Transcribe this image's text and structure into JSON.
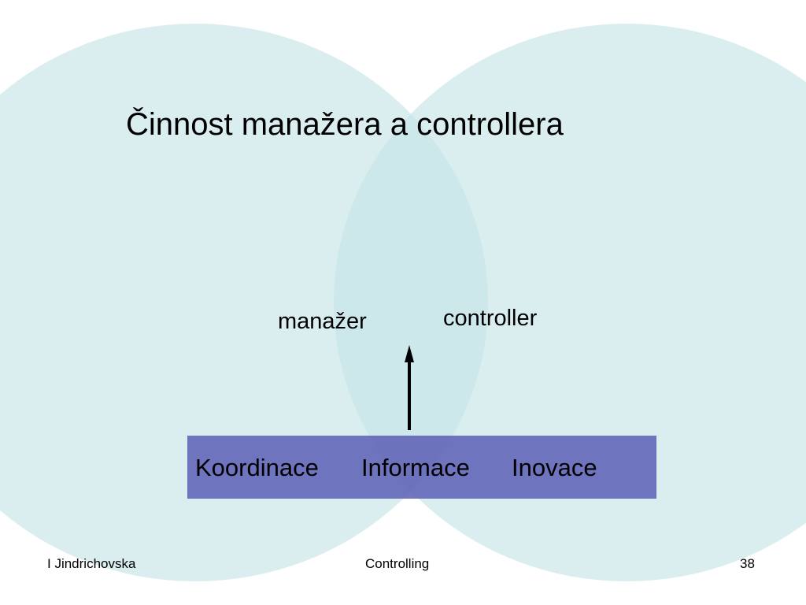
{
  "slide": {
    "title": "Činnost manažera a controllera",
    "roles": {
      "manager": "manažer",
      "controller": "controller"
    },
    "band_items": [
      "Koordinace",
      "Informace",
      "Inovace"
    ],
    "colors": {
      "circle_fill": "#dbeff0",
      "band_fill": "#6b70b8",
      "arrow": "#000000"
    },
    "arrow_direction": "up"
  },
  "footer": {
    "author": "I Jindrichovska",
    "topic": "Controlling",
    "page_number": "38"
  }
}
